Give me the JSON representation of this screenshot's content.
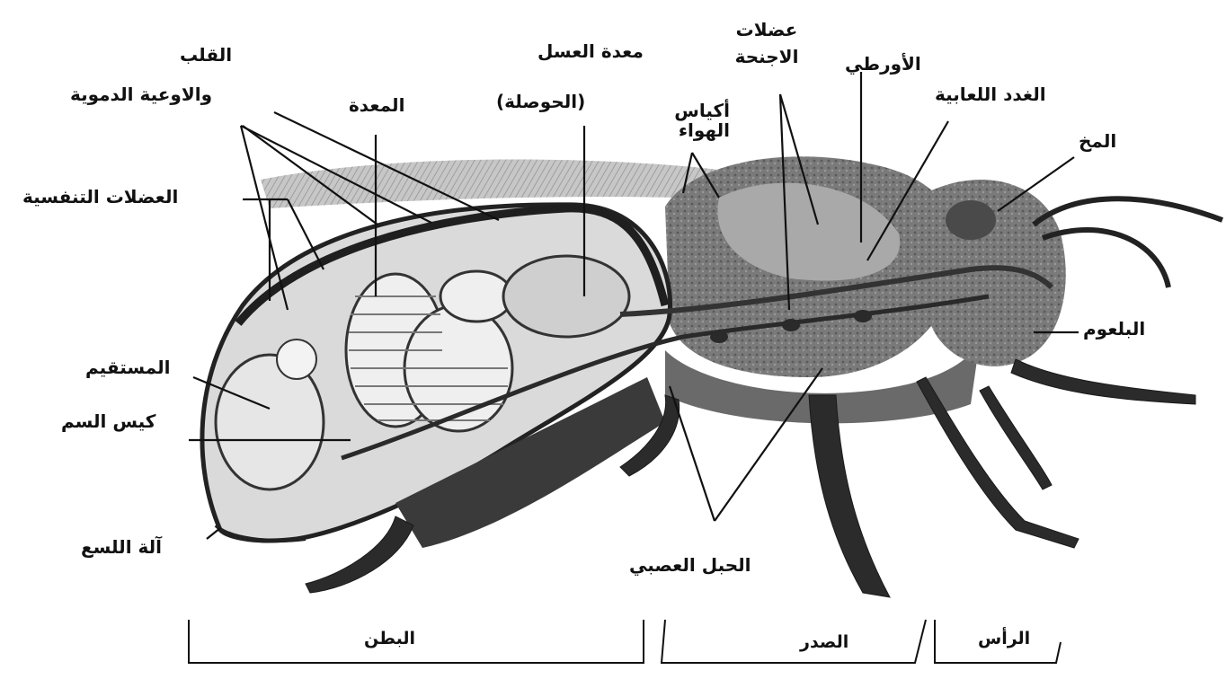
{
  "labels": {
    "heart": "القلب",
    "blood_vessels": "والاوعية الدموية",
    "stomach": "المعدة",
    "honey_stomach": "معدة العسل",
    "crop": "(الحوصلة)",
    "air_sacs": "أكياس الهواء",
    "wing_muscles": "عضلات الاجنحة",
    "aorta": "الأورطي",
    "salivary_glands": "الغدد اللعابية",
    "brain": "المخ",
    "respiratory_muscles": "العضلات التنفسية",
    "rectum": "المستقيم",
    "venom_sac": "كيس السم",
    "sting": "آلة اللسع",
    "nerve_cord": "الحبل العصبي",
    "esophagus": "البلعوم"
  },
  "segments": {
    "abdomen": "البطن",
    "thorax": "الصدر",
    "head": "الرأس"
  },
  "colors": {
    "ink": "#111111",
    "body_gray": "#8a8a8a",
    "light_gray": "#c9c9c9",
    "dark": "#2a2a2a"
  }
}
